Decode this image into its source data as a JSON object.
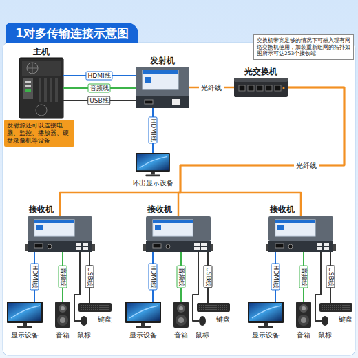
{
  "diagram": {
    "title": "1对多传输连接示意图",
    "nodes": [
      {
        "text": [
          "主机"
        ]
      },
      {
        "text": [
          "发射源还可以连接电脑、监控、播放器、硬盘录像机等设备"
        ]
      },
      {
        "text": [
          "发射机"
        ]
      },
      {
        "text": [
          "环出显示设备"
        ]
      },
      {
        "text": [
          "交换机带宽足够的情况下可融入现有网络交换机使用，加装重新组网的拓扑如图所示可达253个接收端"
        ]
      },
      {
        "text": [
          "光交换机"
        ]
      },
      {
        "text": [
          "接收机"
        ]
      },
      {
        "text": [
          "显示设备"
        ]
      },
      {
        "text": [
          "音箱"
        ]
      },
      {
        "text": [
          "鼠标"
        ]
      },
      {
        "text": [
          "键盘"
        ]
      },
      {
        "text": [
          "接收机"
        ]
      },
      {
        "text": [
          "显示设备"
        ]
      },
      {
        "text": [
          "音箱"
        ]
      },
      {
        "text": [
          "鼠标"
        ]
      },
      {
        "text": [
          "键盘"
        ]
      },
      {
        "text": [
          "接收机"
        ]
      },
      {
        "text": [
          "显示设备"
        ]
      },
      {
        "text": [
          "音箱"
        ]
      },
      {
        "text": [
          "鼠标"
        ]
      },
      {
        "text": [
          "键盘"
        ]
      }
    ],
    "edges": [
      {
        "from": 0,
        "to": 2,
        "label": "HDMI线",
        "arrow": "none"
      },
      {
        "from": 0,
        "to": 2,
        "label": "音频线",
        "arrow": "none"
      },
      {
        "from": 0,
        "to": 2,
        "label": "USB线",
        "arrow": "none"
      },
      {
        "from": 2,
        "to": 3,
        "label": "HDMI线",
        "arrow": "none"
      },
      {
        "from": 2,
        "to": 5,
        "label": "光纤线",
        "arrow": "none"
      },
      {
        "from": 5,
        "to": 6,
        "arrow": "none"
      },
      {
        "from": 5,
        "to": 11,
        "arrow": "none"
      },
      {
        "from": 5,
        "to": 16,
        "label": "光纤线",
        "arrow": "none"
      },
      {
        "from": 6,
        "to": 7,
        "label": "HDMI线",
        "arrow": "none"
      },
      {
        "from": 6,
        "to": 8,
        "label": "音频线",
        "arrow": "none"
      },
      {
        "from": 6,
        "to": 10,
        "label": "USB线",
        "arrow": "none"
      },
      {
        "from": 6,
        "to": 9,
        "arrow": "none"
      },
      {
        "from": 11,
        "to": 12,
        "label": "HDMI线",
        "arrow": "none"
      },
      {
        "from": 11,
        "to": 13,
        "label": "音频线",
        "arrow": "none"
      },
      {
        "from": 11,
        "to": 15,
        "label": "USB线",
        "arrow": "none"
      },
      {
        "from": 11,
        "to": 14,
        "arrow": "none"
      },
      {
        "from": 16,
        "to": 17,
        "label": "HDMI线",
        "arrow": "none"
      },
      {
        "from": 16,
        "to": 18,
        "label": "音频线",
        "arrow": "none"
      },
      {
        "from": 16,
        "to": 20,
        "label": "USB线",
        "arrow": "none"
      },
      {
        "from": 16,
        "to": 19,
        "arrow": "none"
      }
    ]
  }
}
